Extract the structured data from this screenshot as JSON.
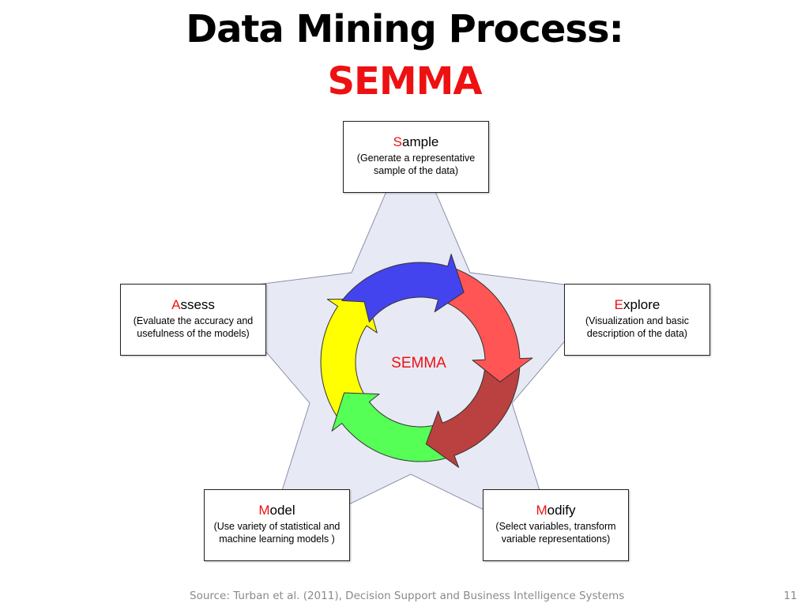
{
  "title": {
    "line1": "Data Mining Process:",
    "line2": "SEMMA"
  },
  "center_label": "SEMMA",
  "steps": [
    {
      "id": "sample",
      "initial": "S",
      "rest": "ample",
      "description": [
        "(Generate a representative",
        "sample of the data)"
      ]
    },
    {
      "id": "explore",
      "initial": "E",
      "rest": "xplore",
      "description": [
        "(Visualization and basic",
        "description of the data)"
      ]
    },
    {
      "id": "modify",
      "initial": "M",
      "rest": "odify",
      "description": [
        "(Select variables, transform",
        "variable representations)"
      ]
    },
    {
      "id": "model",
      "initial": "M",
      "rest": "odel",
      "description": [
        "(Use variety of statistical and",
        "machine learning models )"
      ]
    },
    {
      "id": "assess",
      "initial": "A",
      "rest": "ssess",
      "description": [
        "(Evaluate the accuracy and",
        "usefulness of the models)"
      ]
    }
  ],
  "cycle_colors": [
    "#4444ee",
    "#ff5555",
    "#bb4040",
    "#55ff55",
    "#ffff00"
  ],
  "colors": {
    "accent": "#ee1111",
    "star_fill": "#e7eaf5",
    "star_stroke": "#8c8fa8"
  },
  "source": "Source:  Turban et al. (2011), Decision Support and Business Intelligence Systems",
  "page_number": "11"
}
